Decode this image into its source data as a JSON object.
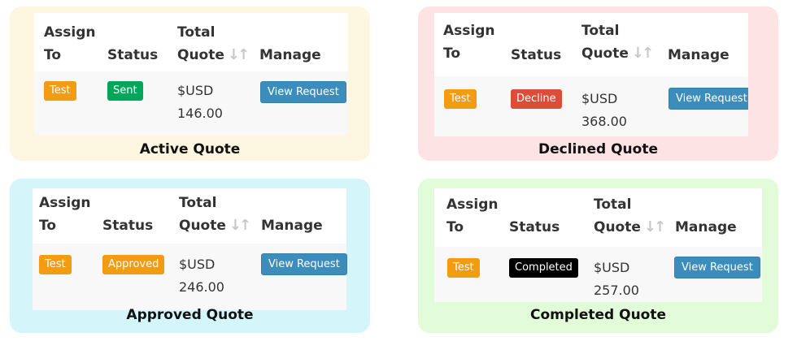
{
  "colors": {
    "active_bg": "#fdf6e0",
    "declined_bg": "#fde3e3",
    "approved_bg": "#d4f6fb",
    "completed_bg": "#e2fbd9",
    "test_badge": "#f39c12",
    "sent_badge": "#00a65a",
    "decline_badge": "#dd4b39",
    "approved_badge": "#f39c12",
    "completed_badge": "#000000",
    "button": "#3c8dbc"
  },
  "headers": {
    "assign_line1": "Assign",
    "assign_line2": "To",
    "status": "Status",
    "total_line1": "Total",
    "total_line2": "Quote",
    "manage": "Manage",
    "sort_icon": "sort-icon"
  },
  "cards": {
    "active": {
      "assign": "Test",
      "status": "Sent",
      "price_line1": "$USD",
      "price_line2": "146.00",
      "button": "View Request",
      "caption": "Active Quote"
    },
    "declined": {
      "assign": "Test",
      "status": "Decline",
      "price_line1": "$USD",
      "price_line2": "368.00",
      "button": "View Request",
      "caption": "Declined Quote"
    },
    "approved": {
      "assign": "Test",
      "status": "Approved",
      "price_line1": "$USD",
      "price_line2": "246.00",
      "button": "View Request",
      "caption": "Approved Quote"
    },
    "completed": {
      "assign": "Test",
      "status": "Completed",
      "price_line1": "$USD",
      "price_line2": "257.00",
      "button": "View Request",
      "caption": "Completed Quote"
    }
  }
}
